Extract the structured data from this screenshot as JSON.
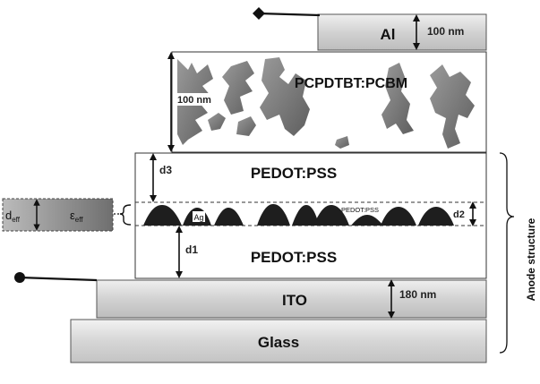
{
  "layers": {
    "al": "Al",
    "active": "PCPDTBT:PCBM",
    "pedot_top": "PEDOT:PSS",
    "pedot_bottom": "PEDOT:PSS",
    "pedot_small": "PEDOT:PSS",
    "ag": "Ag",
    "ito": "ITO",
    "glass": "Glass"
  },
  "dimensions": {
    "al_thickness": "100 nm",
    "active_thickness": "100 nm",
    "ito_thickness": "180 nm",
    "d1": "d1",
    "d2": "d2",
    "d3": "d3"
  },
  "effective_medium": {
    "d_main": "d",
    "d_sub": "eff",
    "eps_main": "ε",
    "eps_sub": "eff"
  },
  "anode_label": "Anode structure",
  "colors": {
    "metal_gray": "#c9c9c9",
    "blob_fill": "#777777",
    "bump_fill": "#1e1e1e",
    "outline": "#222222"
  }
}
